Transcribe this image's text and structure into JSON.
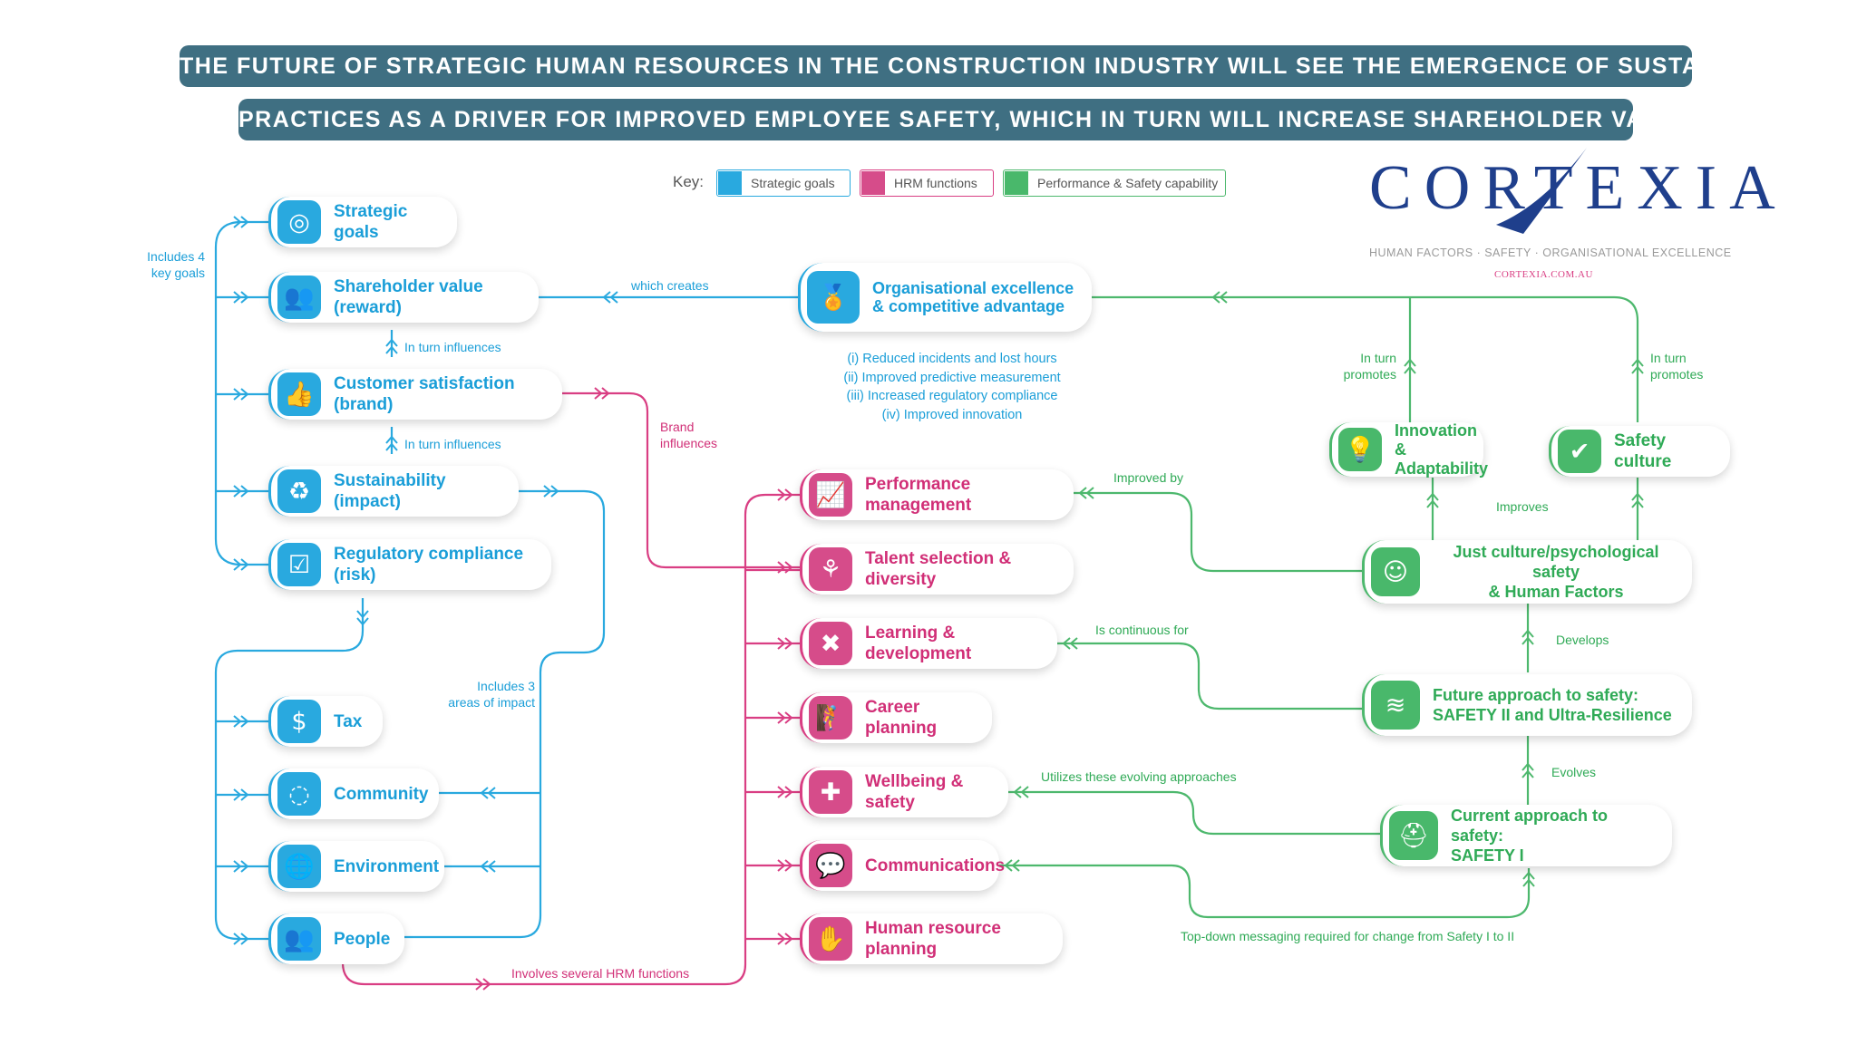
{
  "header": {
    "line1": "THE FUTURE OF STRATEGIC HUMAN RESOURCES IN THE CONSTRUCTION INDUSTRY WILL SEE THE EMERGENCE OF SUSTAINABLE",
    "line2": "PRACTICES AS A DRIVER FOR IMPROVED EMPLOYEE SAFETY, WHICH IN TURN WILL INCREASE SHAREHOLDER VALUE."
  },
  "key": {
    "label": "Key:",
    "items": [
      "Strategic goals",
      "HRM functions",
      "Performance & Safety capability"
    ],
    "colors": {
      "blue": "#29a9df",
      "pink": "#d93e83",
      "green": "#4db86d"
    }
  },
  "logo": {
    "name": "CORTEXIA",
    "tagline": "HUMAN FACTORS · SAFETY · ORGANISATIONAL EXCELLENCE",
    "url": "CORTEXIA.COM.AU"
  },
  "goals": [
    {
      "label": "Strategic goals",
      "icon": "target-head-icon"
    },
    {
      "label": "Shareholder value (reward)",
      "icon": "people-group-icon"
    },
    {
      "label": "Customer satisfaction (brand)",
      "icon": "thumbs-up-icon"
    },
    {
      "label": "Sustainability (impact)",
      "icon": "recycle-icon"
    },
    {
      "label": "Regulatory compliance (risk)",
      "icon": "checklist-icon"
    }
  ],
  "impacts": [
    {
      "label": "Tax",
      "icon": "tax-document-icon"
    },
    {
      "label": "Community",
      "icon": "community-circle-icon"
    },
    {
      "label": "Environment",
      "icon": "globe-icon"
    },
    {
      "label": "People",
      "icon": "people-icon"
    }
  ],
  "hrm": [
    {
      "label": "Performance management",
      "icon": "bar-chart-icon"
    },
    {
      "label": "Talent selection & diversity",
      "icon": "diversity-icon"
    },
    {
      "label": "Learning & development",
      "icon": "tools-icon"
    },
    {
      "label": "Career planning",
      "icon": "climbing-person-icon"
    },
    {
      "label": "Wellbeing & safety",
      "icon": "shield-plus-icon"
    },
    {
      "label": "Communications",
      "icon": "chat-bubbles-icon"
    },
    {
      "label": "Human resource planning",
      "icon": "hand-people-icon"
    }
  ],
  "excellence": {
    "label_1": "Organisational excellence",
    "label_2": "& competitive advantage",
    "icon": "medal-icon"
  },
  "outcomes": [
    "(i) Reduced incidents and lost hours",
    "(ii) Improved predictive measurement",
    "(iii) Increased regulatory compliance",
    "(iv) Improved innovation"
  ],
  "capability": {
    "innovation": {
      "label_1": "Innovation &",
      "label_2": "Adaptability",
      "icon": "lightbulb-head-icon"
    },
    "safety_culture": {
      "label": "Safety culture",
      "icon": "shield-check-icon"
    },
    "just_culture": {
      "label_1": "Just culture/psychological safety",
      "label_2": "& Human Factors",
      "icon": "head-profile-icon"
    },
    "future": {
      "label_1": "Future approach to  safety:",
      "label_2": "SAFETY II and Ultra-Resilience",
      "icon": "waves-icon"
    },
    "current": {
      "label_1": "Current approach to safety:",
      "label_2": "SAFETY I",
      "icon": "hardhat-worker-icon"
    }
  },
  "annotations": {
    "includes_4": [
      "Includes 4",
      "key goals"
    ],
    "in_turn_influences": "In turn influences",
    "which_creates": "which creates",
    "brand_influences": [
      "Brand",
      "influences"
    ],
    "includes_3": [
      "Includes 3",
      "areas of impact"
    ],
    "involves": "Involves several HRM functions",
    "improved_by": "Improved by",
    "is_continuous": "Is continuous for",
    "utilizes": "Utilizes these evolving approaches",
    "top_down": "Top-down messaging required for change from Safety I to II",
    "in_turn_promotes": [
      "In turn",
      "promotes"
    ],
    "improves": "Improves",
    "develops": "Develops",
    "evolves": "Evolves"
  }
}
